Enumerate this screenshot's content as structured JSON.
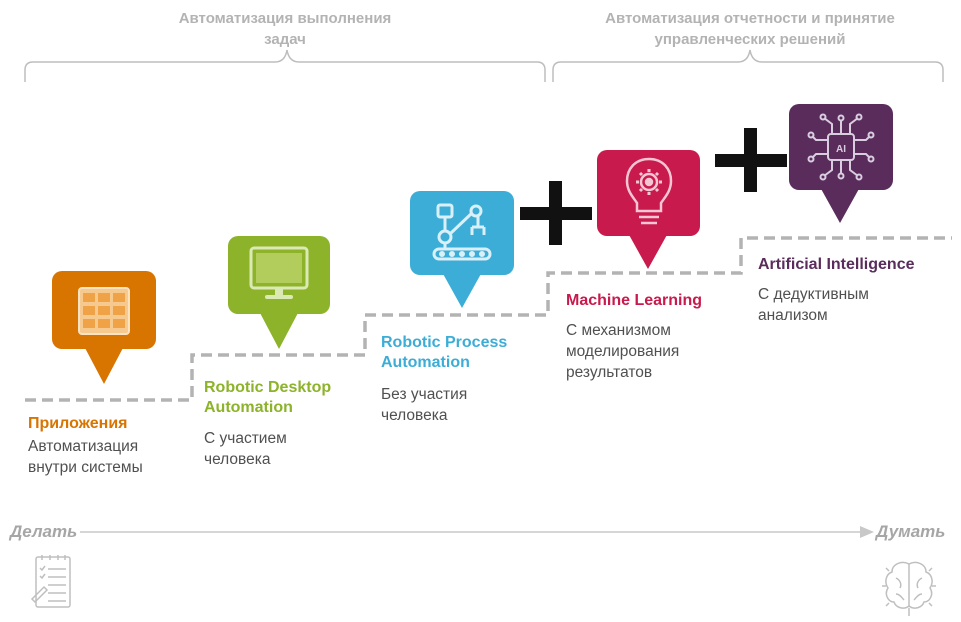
{
  "groups": [
    {
      "label": "Автоматизация выполнения задач"
    },
    {
      "label": "Автоматизация отчетности и принятие управленческих решений"
    }
  ],
  "stages": [
    {
      "title": "Приложения",
      "description": "Автоматизация внутри системы",
      "color": "#d87400",
      "icon": "table-grid-icon"
    },
    {
      "title": "Robotic Desktop Automation",
      "description": "С участием человека",
      "color": "#8cb32a",
      "icon": "monitor-icon"
    },
    {
      "title": "Robotic Process Automation",
      "description": "Без участия человека",
      "color": "#3cadd6",
      "icon": "robot-arm-icon"
    },
    {
      "title": "Machine Learning",
      "description": "С механизмом моделирования результатов",
      "color": "#c81a4c",
      "icon": "lightbulb-gear-icon"
    },
    {
      "title": "Artificial Intelligence",
      "description": "С дедуктивным анализом",
      "color": "#5a2c5c",
      "icon": "ai-chip-icon"
    }
  ],
  "connectors": [
    "plus-icon",
    "plus-icon"
  ],
  "axis": {
    "start_label": "Делать",
    "end_label": "Думать",
    "start_icon": "checklist-icon",
    "end_icon": "brain-icon"
  },
  "colors": {
    "step_line": "#b3b3b3",
    "group_text": "#b3b3b3",
    "axis": "#c8c8c8"
  }
}
